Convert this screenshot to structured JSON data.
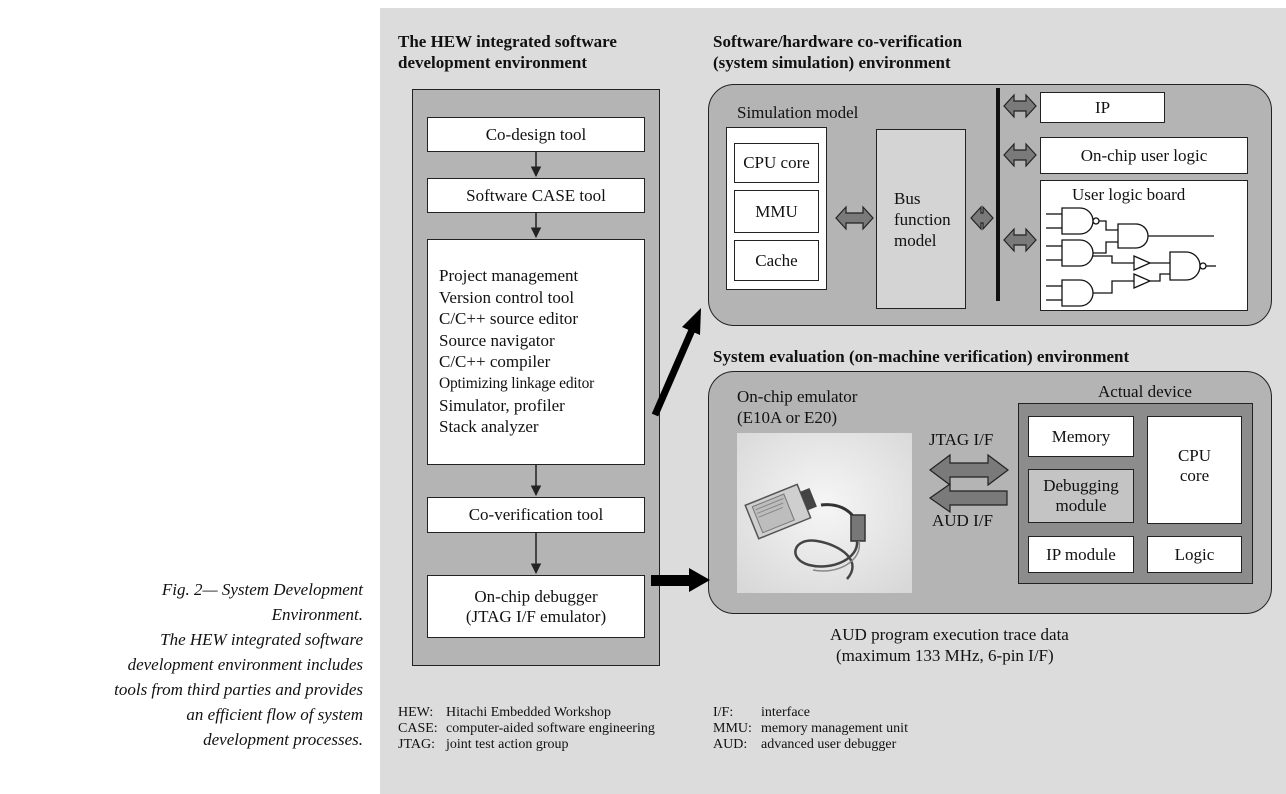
{
  "caption": {
    "lines": [
      "Fig. 2— System Development",
      "Environment.",
      "The HEW integrated software",
      "development environment includes",
      "tools from third parties and provides",
      "an efficient flow of system",
      "development processes."
    ]
  },
  "hew": {
    "heading_line1": "The HEW integrated software",
    "heading_line2": "development environment",
    "codesign": "Co-design tool",
    "swcase": "Software CASE tool",
    "tools": [
      "Project management",
      "Version control tool",
      "C/C++ source editor",
      "Source navigator",
      "C/C++ compiler",
      "Optimizing linkage editor",
      "Simulator, profiler",
      "Stack analyzer"
    ],
    "coverification": "Co-verification tool",
    "debugger_line1": "On-chip debugger",
    "debugger_line2": "(JTAG I/F emulator)"
  },
  "cosim": {
    "heading_line1": "Software/hardware co-verification",
    "heading_line2": "(system simulation) environment",
    "sim_model": "Simulation model",
    "cpu_core": "CPU core",
    "mmu": "MMU",
    "cache": "Cache",
    "bus_line1": "Bus",
    "bus_line2": "function",
    "bus_line3": "model",
    "ip": "IP",
    "onchip_logic": "On-chip user logic",
    "user_logic_board": "User logic board"
  },
  "syseval": {
    "heading": "System evaluation (on-machine verification) environment",
    "emulator_line1": "On-chip emulator",
    "emulator_line2": "(E10A or E20)",
    "jtag": "JTAG I/F",
    "aud": "AUD I/F",
    "actual_device": "Actual device",
    "memory": "Memory",
    "cpu_line1": "CPU",
    "cpu_line2": "core",
    "debug_line1": "Debugging",
    "debug_line2": "module",
    "ip_module": "IP module",
    "logic": "Logic",
    "trace_line1": "AUD program execution trace data",
    "trace_line2": "(maximum 133 MHz, 6-pin I/F)"
  },
  "glossary": [
    {
      "abbr": "HEW:",
      "def": "Hitachi Embedded Workshop"
    },
    {
      "abbr": "CASE:",
      "def": "computer-aided software engineering"
    },
    {
      "abbr": "JTAG:",
      "def": "joint test action group"
    },
    {
      "abbr": "I/F:",
      "def": "interface"
    },
    {
      "abbr": "MMU:",
      "def": "memory management unit"
    },
    {
      "abbr": "AUD:",
      "def": "advanced user debugger"
    }
  ]
}
